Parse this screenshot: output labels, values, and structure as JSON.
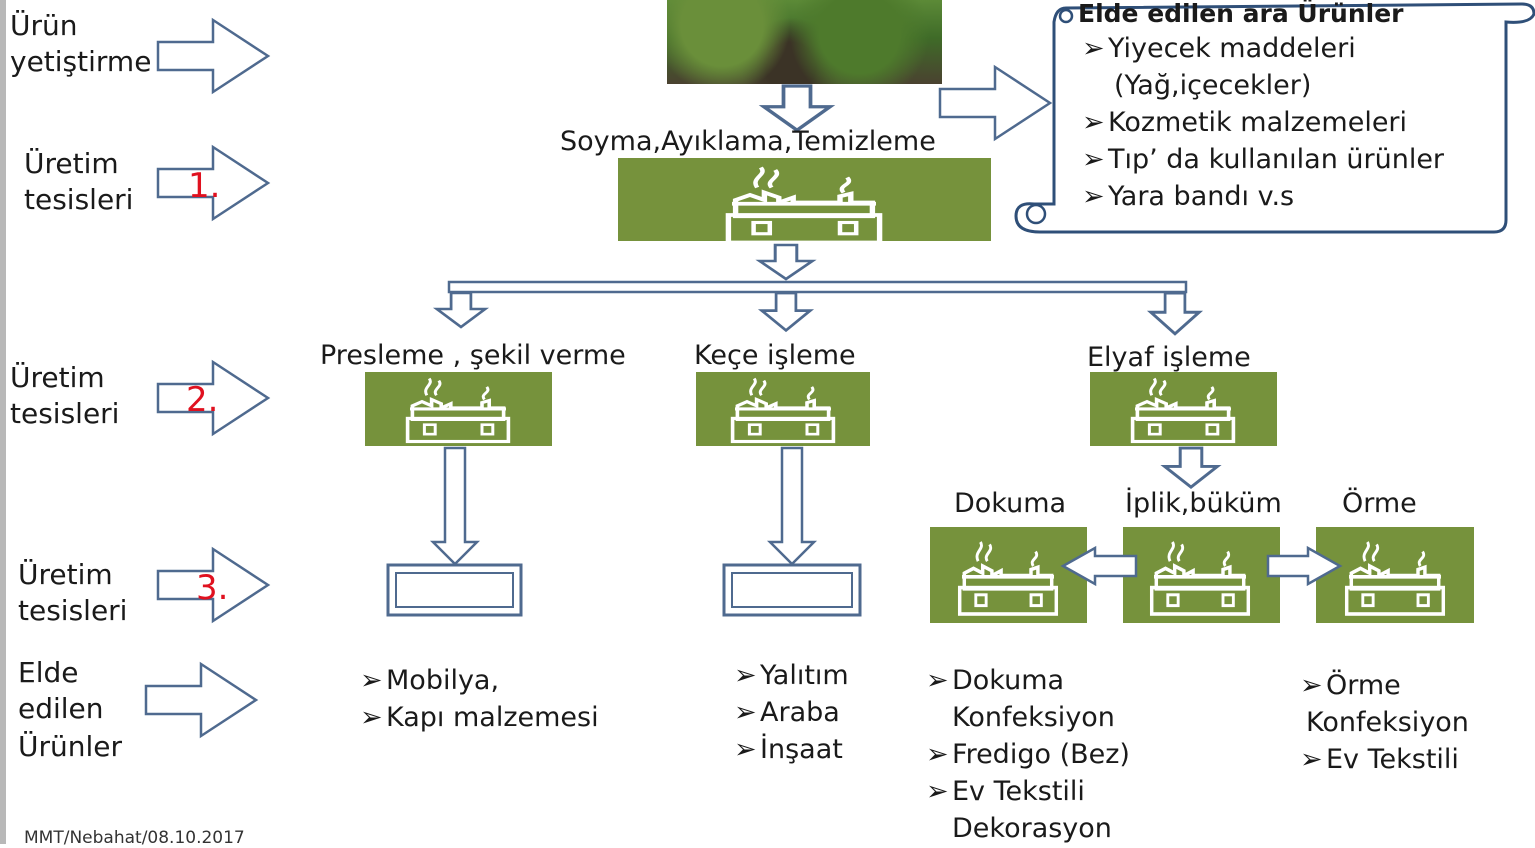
{
  "left_labels": {
    "cultivation": [
      "Ürün",
      "yetiştirme"
    ],
    "facilities_1": [
      "Üretim",
      "tesisleri"
    ],
    "facilities_2": [
      "Üretim",
      "tesisleri"
    ],
    "facilities_3": [
      "Üretim",
      "tesisleri"
    ],
    "products": [
      "Elde",
      "edilen",
      "Ürünler"
    ]
  },
  "stage_numbers": [
    "1.",
    "2.",
    "3."
  ],
  "top_process": "Soyma,Ayıklama,Temizleme",
  "intermediate_box": {
    "title": "Elde edilen ara Ürünler",
    "items": [
      "Yiyecek maddeleri",
      "(Yağ,içecekler)",
      "Kozmetik malzemeleri",
      "Tıp’ da kullanılan ürünler",
      "Yara bandı v.s"
    ]
  },
  "stage2_processes": [
    "Presleme , şekil verme",
    "Keçe işleme",
    "Elyaf işleme"
  ],
  "stage3_processes": [
    "Dokuma",
    "İplik,büküm",
    "Örme"
  ],
  "products": {
    "pressing": [
      "Mobilya,",
      "Kapı malzemesi"
    ],
    "felt": [
      "Yalıtım",
      "Araba",
      "İnşaat"
    ],
    "weaving": [
      "Dokuma",
      "Konfeksiyon",
      "Fredigo (Bez)",
      "Ev Tekstili",
      "Dekorasyon"
    ],
    "knitting": [
      "Örme",
      "Konfeksiyon",
      "Ev Tekstili"
    ]
  },
  "bullet_symbol": "➢",
  "footer": "MMT/Nebahat/08.10.2017",
  "colors": {
    "factory_box": "#76923c",
    "factory_icon": "#ffffff",
    "arrow_stroke": "#4f6a8f",
    "stage_number": "#e0111f",
    "callout_border": "#2f4f78"
  },
  "icons": {
    "factory": "factory-icon",
    "arrow": "block-arrow",
    "photo": "hemp-field-photo"
  }
}
